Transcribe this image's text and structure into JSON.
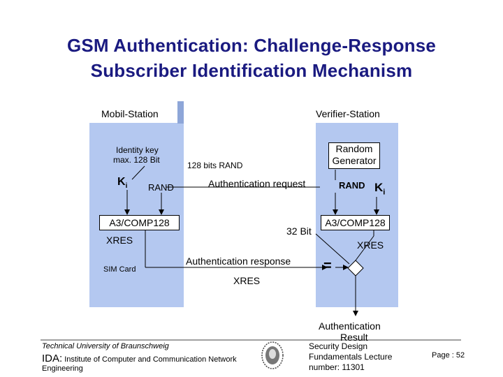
{
  "title": {
    "line1": "GSM Authentication: Challenge-Response",
    "line2": "Subscriber Identification Mechanism"
  },
  "diagram": {
    "mobile_station": "Mobil-Station",
    "verifier_station": "Verifier-Station",
    "identity_key_line1": "Identity key",
    "identity_key_line2": "max. 128 Bit",
    "ki": "K",
    "ki_sub": "i",
    "rand_left": "RAND",
    "rand_bits": "128 bits RAND",
    "random_generator_line1": "Random",
    "random_generator_line2": "Generator",
    "auth_request": "Authentication request",
    "rand_right": "RAND",
    "a3_left": "A3/COMP128",
    "a3_right": "A3/COMP128",
    "bits32": "32 Bit",
    "xres_left": "XRES",
    "xres_right": "XRES",
    "sim_card": "SIM Card",
    "auth_response": "Authentication response",
    "equals": "=",
    "xres_bottom": "XRES",
    "auth_result_line1": "Authentication",
    "auth_result_line2": "Result"
  },
  "footer": {
    "university": "Technical University of Braunschweig",
    "ida": "IDA:",
    "ida_rest": "Institute of Computer and Communication Network",
    "engineering": "Engineering",
    "course_line1": "Security Design",
    "course_line2": "Fundamentals Lecture",
    "course_line3": "number: 11301",
    "page_label": "Page :",
    "page_number": "52"
  },
  "colors": {
    "station_fill": "#b4c8f0",
    "title": "#1a1a80",
    "separator": "#8ea6d8"
  }
}
